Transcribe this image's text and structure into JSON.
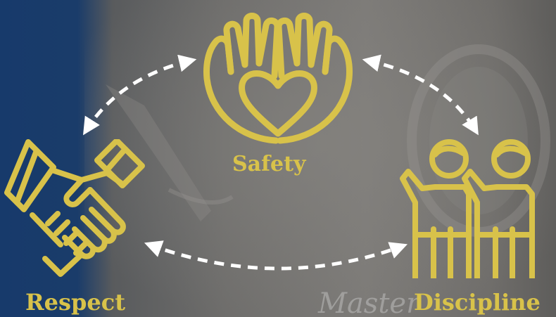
{
  "nodes": {
    "safety": {
      "label": "Safety",
      "icon": "hands-heart-icon"
    },
    "respect": {
      "label": "Respect",
      "icon": "handshake-icon"
    },
    "discipline": {
      "label": "Discipline",
      "icon": "people-raising-hands-icon"
    }
  },
  "watermark_text": "Master",
  "colors": {
    "accent": "#d8c24a",
    "arrows": "#ffffff",
    "panel_blue": "#173a6b",
    "background": "#6e6d6b"
  }
}
